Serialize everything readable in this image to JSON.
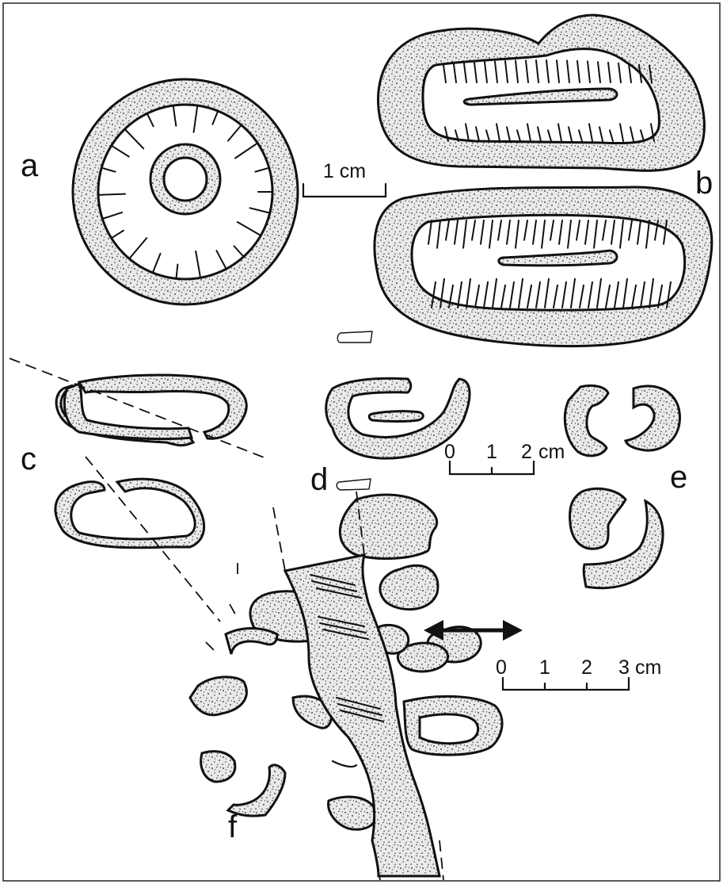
{
  "figure": {
    "panel_labels": {
      "a": "a",
      "b": "b",
      "c": "c",
      "d": "d",
      "e": "e",
      "f": "f"
    },
    "scale_bars": {
      "one_cm": {
        "label": "1 cm"
      },
      "two_cm": {
        "ticks": [
          "0",
          "1",
          "2"
        ],
        "unit": "cm"
      },
      "three_cm": {
        "ticks": [
          "0",
          "1",
          "2",
          "3"
        ],
        "unit": "cm"
      }
    },
    "colors": {
      "ink": "#111111",
      "paper": "#ffffff"
    }
  }
}
